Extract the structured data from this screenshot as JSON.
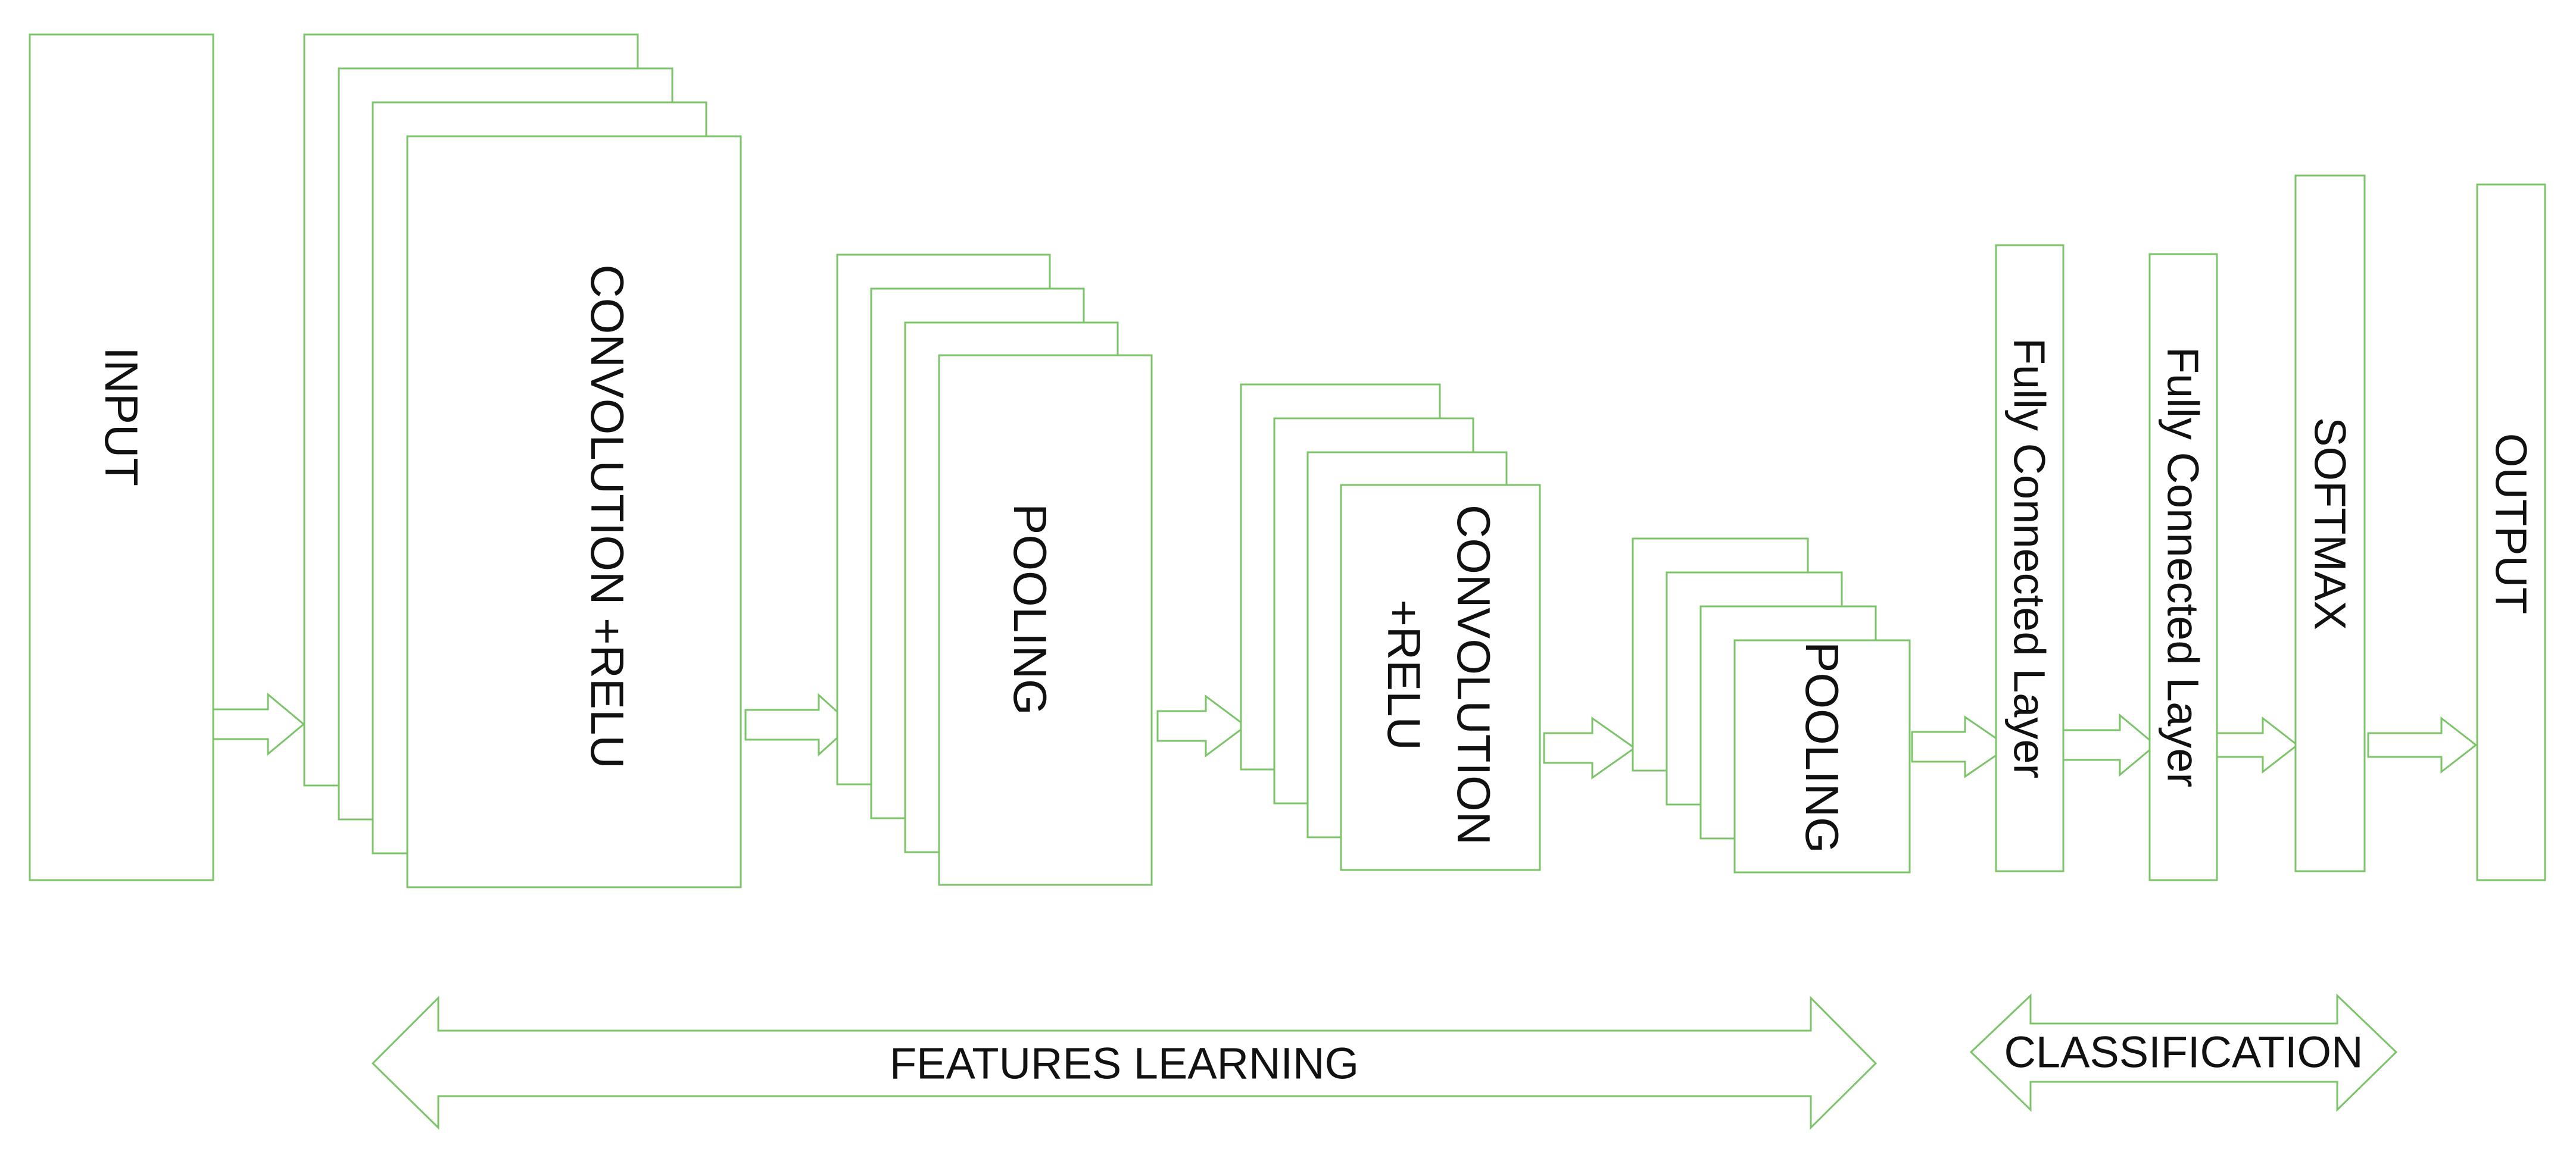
{
  "colors": {
    "stroke": "#7cc46a",
    "text": "#111111",
    "background": "#ffffff"
  },
  "layers": {
    "input": "INPUT",
    "conv1": "CONVOLUTION +RELU",
    "pool1": "POOLING",
    "conv2_line1": "CONVOLUTION",
    "conv2_line2": "+RELU",
    "pool2": "POOLING",
    "fc1": "Fully Connected Layer",
    "fc2": "Fully Connected Layer",
    "softmax": "SOFTMAX",
    "output": "OUTPUT"
  },
  "sections": {
    "features": "FEATURES LEARNING",
    "classification": "CLASSIFICATION"
  }
}
